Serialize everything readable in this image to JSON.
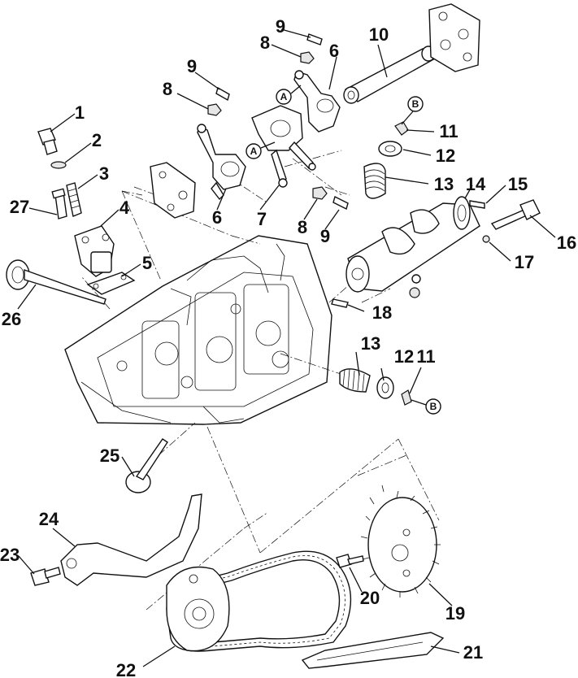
{
  "diagram": {
    "type": "exploded-parts-diagram",
    "callouts": [
      "1",
      "2",
      "3",
      "4",
      "5",
      "6",
      "6",
      "7",
      "8",
      "8",
      "8",
      "9",
      "9",
      "9",
      "10",
      "11",
      "11",
      "12",
      "12",
      "13",
      "13",
      "14",
      "15",
      "16",
      "17",
      "18",
      "19",
      "20",
      "21",
      "22",
      "23",
      "24",
      "25",
      "26",
      "27"
    ],
    "reference_markers": [
      "A",
      "A",
      "B",
      "B"
    ]
  }
}
